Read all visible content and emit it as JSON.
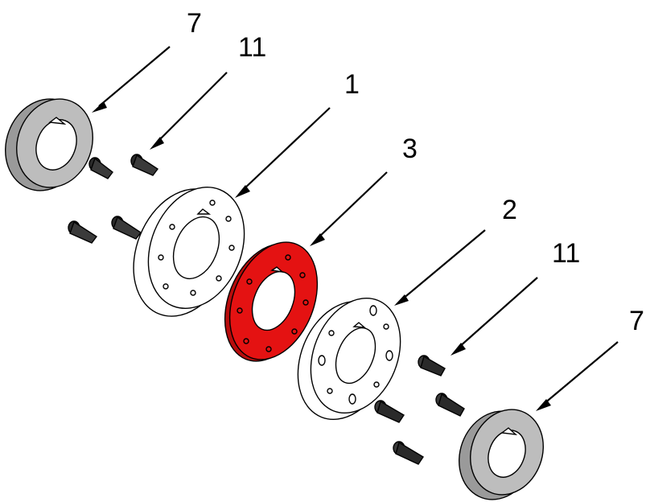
{
  "callouts": [
    {
      "label": "7"
    },
    {
      "label": "11"
    },
    {
      "label": "1"
    },
    {
      "label": "3"
    },
    {
      "label": "2"
    },
    {
      "label": "11"
    },
    {
      "label": "7"
    }
  ],
  "colors": {
    "hub": "#9a9a9a",
    "hub_face": "#bdbdbd",
    "spacer": "#e41212",
    "outline": "#000000",
    "part_face": "#ffffff"
  }
}
